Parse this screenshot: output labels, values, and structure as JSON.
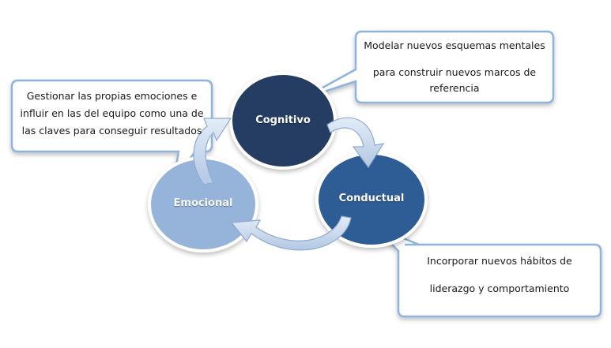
{
  "nodes": {
    "cognitivo": {
      "label": "Cognitivo",
      "color": "#253d63"
    },
    "conductual": {
      "label": "Conductual",
      "color": "#2e5c94"
    },
    "emocional": {
      "label": "Emocional",
      "color": "#96b3d9"
    }
  },
  "callouts": {
    "top_right": {
      "line1": "Modelar nuevos esquemas mentales",
      "line2": "para construir nuevos marcos de",
      "line3": "referencia"
    },
    "left": {
      "line1": "Gestionar las propias emociones e",
      "line2": "influir en las del equipo como una de",
      "line3": "las claves para conseguir resultados"
    },
    "bottom_right": {
      "line1": "Incorporar nuevos hábitos de",
      "line2": "liderazgo y comportamiento"
    }
  },
  "colors": {
    "callout_border": "#8fb3dc",
    "arrow_fill": "#c7d6ea",
    "arrow_stroke": "#8eaad0"
  }
}
